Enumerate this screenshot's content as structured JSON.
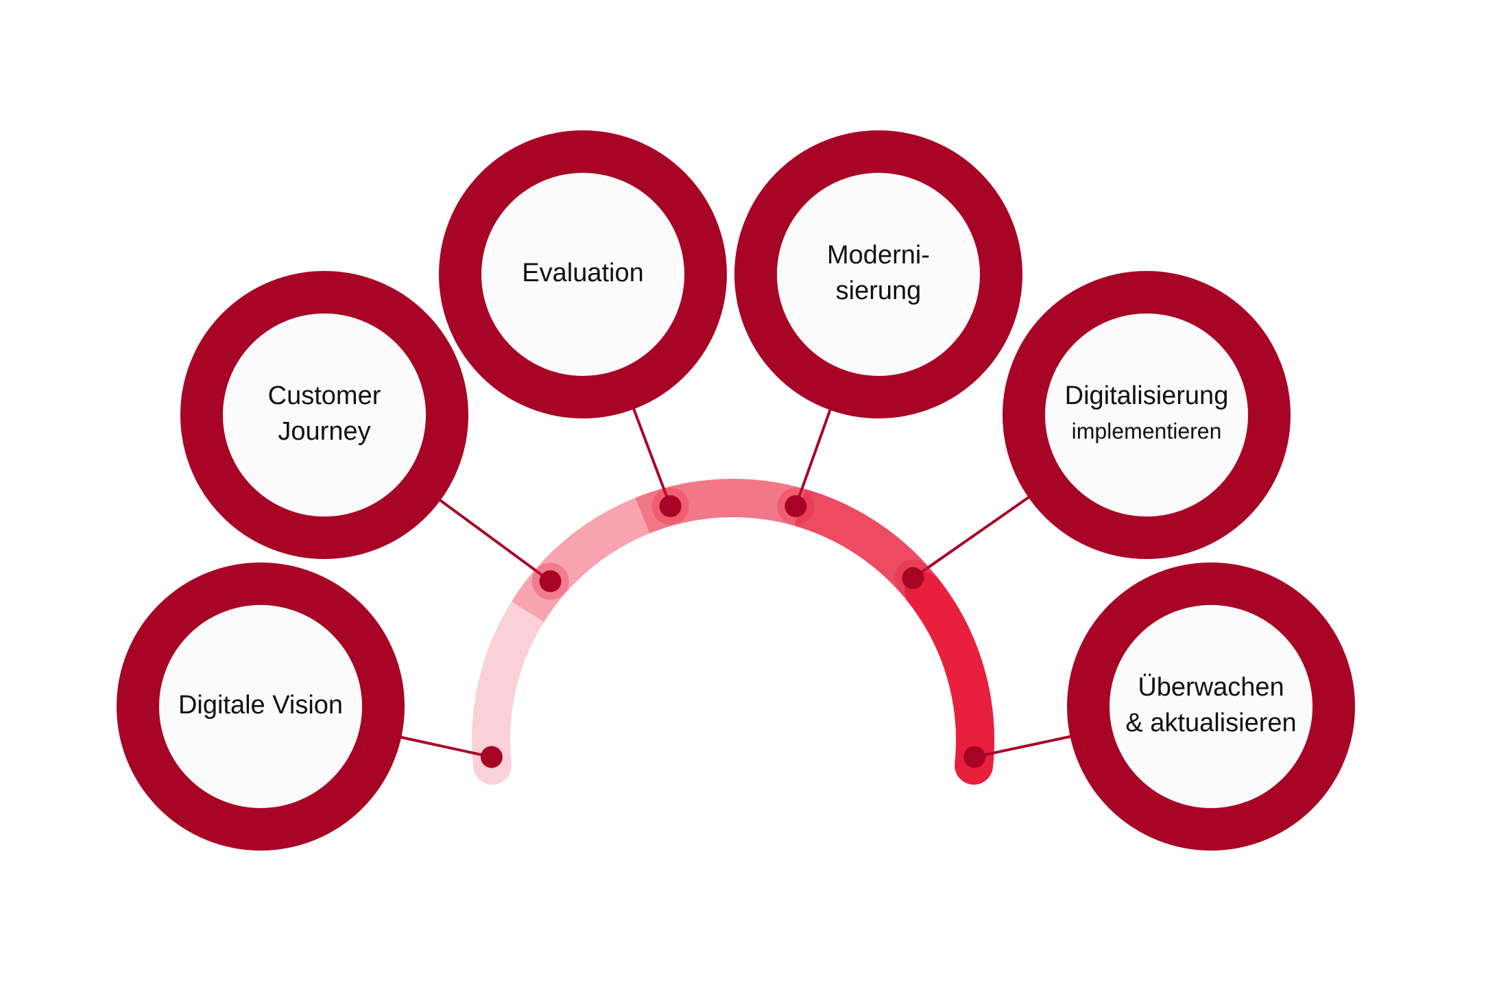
{
  "colors": {
    "ring": "#a80526",
    "node_fill": "#fbfbfb",
    "connector": "#a80526",
    "dot": "#a80526",
    "arc_gradient": [
      "#fad1d8",
      "#f7a4b0",
      "#f27887",
      "#ec4b62",
      "#e8203d"
    ]
  },
  "steps": [
    {
      "id": "digitale-vision",
      "label_lines": [
        "Digitale Vision"
      ]
    },
    {
      "id": "customer-journey",
      "label_lines": [
        "Customer",
        "Journey"
      ]
    },
    {
      "id": "evaluation",
      "label_lines": [
        "Evaluation"
      ]
    },
    {
      "id": "modernisierung",
      "label_lines": [
        "Moderni-",
        "sierung"
      ]
    },
    {
      "id": "digitalisierung-implementieren",
      "label_lines": [
        "Digitalisierung",
        "implementieren"
      ]
    },
    {
      "id": "ueberwachen-aktualisieren",
      "label_lines": [
        "Überwachen",
        "& aktualisieren"
      ]
    }
  ]
}
